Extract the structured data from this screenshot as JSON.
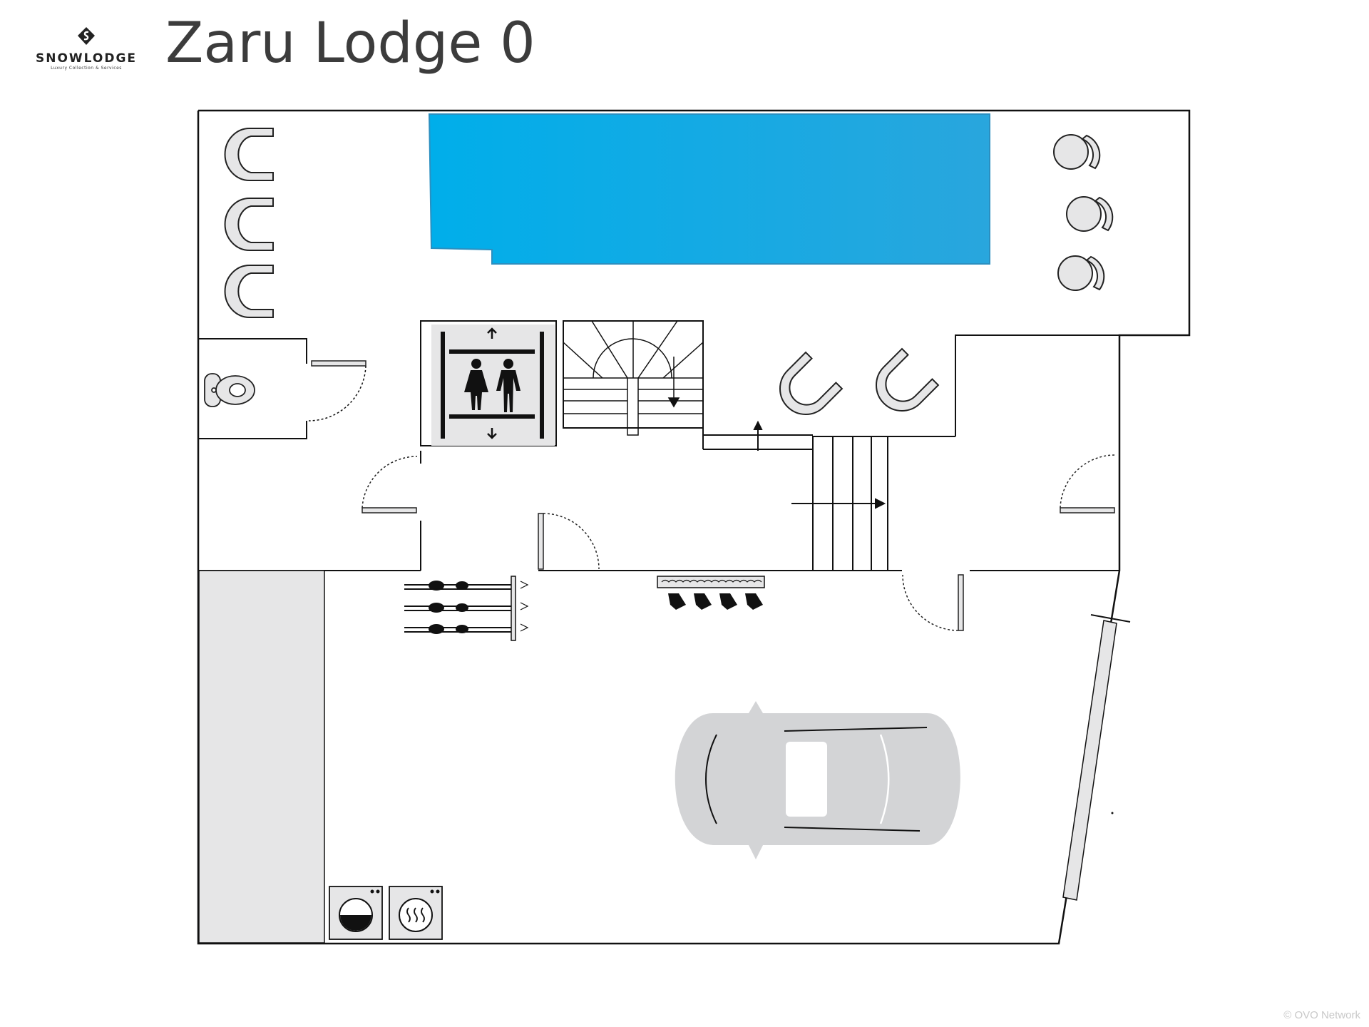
{
  "header": {
    "title": "Zaru Lodge 0",
    "logo": {
      "brand": "SNOWLODGE",
      "tagline": "Luxury Collection & Services",
      "icon": "s-diamond-logo-icon"
    }
  },
  "footer": {
    "watermark": "© OVO Network"
  },
  "colors": {
    "pool_start": "#00aeea",
    "pool_end": "#29a6dd",
    "furniture": "#e6e6e7",
    "wall": "#111111",
    "car": "#d3d4d6",
    "storage_strip": "#e6e6e7"
  },
  "plan": {
    "rooms": [
      "pool-area",
      "wc",
      "lift",
      "staircase",
      "hall",
      "garage"
    ],
    "icons": [
      "lounger-icon",
      "chair-icon",
      "toilet-icon",
      "elevator-icon",
      "stairs-icon",
      "ski-rack-icon",
      "boot-dryer-icon",
      "car-icon",
      "washing-machine-icon",
      "dryer-icon",
      "door-icon"
    ]
  }
}
